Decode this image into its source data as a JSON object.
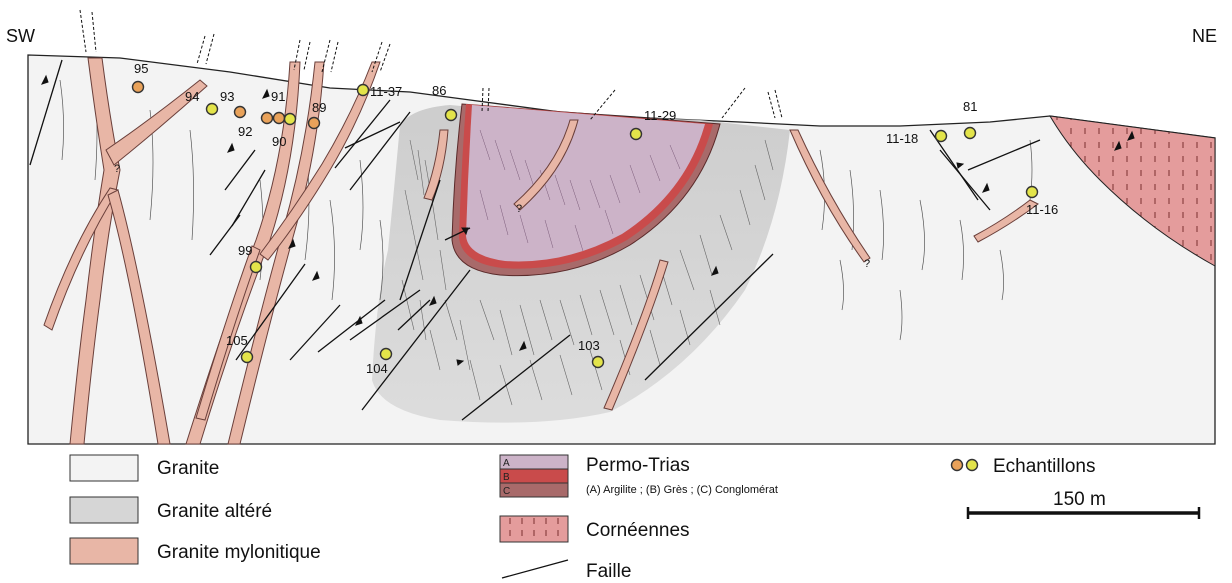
{
  "section": {
    "direction_left": "SW",
    "direction_right": "NE",
    "samples": [
      {
        "id": "95",
        "color": "orange"
      },
      {
        "id": "94",
        "color": "yellow"
      },
      {
        "id": "93",
        "color": "orange"
      },
      {
        "id": "92",
        "color": "orange"
      },
      {
        "id": "91",
        "color": "orange"
      },
      {
        "id": "90",
        "color": "yellow"
      },
      {
        "id": "89",
        "color": "orange"
      },
      {
        "id": "11-37",
        "color": "yellow"
      },
      {
        "id": "86",
        "color": "yellow"
      },
      {
        "id": "11-29",
        "color": "yellow"
      },
      {
        "id": "81",
        "color": "yellow"
      },
      {
        "id": "11-18",
        "color": "yellow"
      },
      {
        "id": "11-16",
        "color": "yellow"
      },
      {
        "id": "99",
        "color": "yellow"
      },
      {
        "id": "105",
        "color": "yellow"
      },
      {
        "id": "104",
        "color": "yellow"
      },
      {
        "id": "103",
        "color": "yellow"
      }
    ],
    "uncertain_mark": "?"
  },
  "legend": {
    "granite": "Granite",
    "granite_altere": "Granite altéré",
    "granite_mylonitique": "Granite mylonitique",
    "permo_trias": "Permo-Trias",
    "permo_trias_sub": "(A) Argilite ; (B) Grès ; (C) Conglomérat",
    "letter_a": "A",
    "letter_b": "B",
    "letter_c": "C",
    "corneennes": "Cornéennes",
    "faille": "Faille",
    "echantillons": "Echantillons",
    "scale_label": "150 m"
  },
  "colors": {
    "granite": "#f3f3f3",
    "granite_altere": "#d6d6d6",
    "mylonite": "#e8b6a6",
    "argilite": "#ccb3c8",
    "gres": "#c94b4b",
    "conglomerat": "#a86a6a",
    "corneennes": "#e49c9c",
    "sample_orange": "#e9a25a",
    "sample_yellow": "#e3e44a"
  }
}
